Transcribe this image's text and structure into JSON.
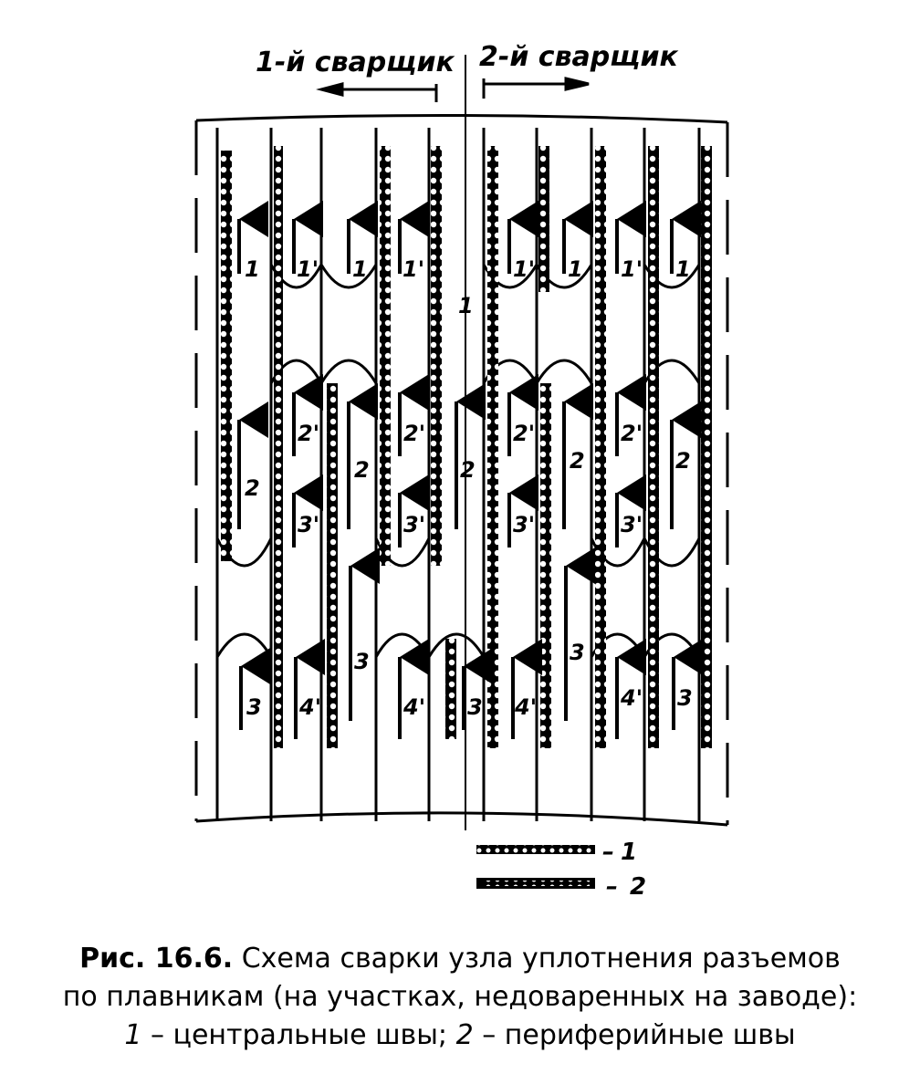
{
  "header": {
    "welder_left": "1-й сварщик",
    "welder_right": "2-й сварщик"
  },
  "legend": [
    {
      "label": "1"
    },
    {
      "label": "2"
    }
  ],
  "seam_labels": {
    "row1": [
      "1",
      "1'",
      "1",
      "1'",
      "1",
      "1'",
      "1",
      "1'",
      "1"
    ],
    "row2": [
      "2",
      "2'",
      "2",
      "2'",
      "2",
      "2'",
      "2",
      "2'",
      "2"
    ],
    "row3a": [
      "3'",
      "3'",
      "3'",
      "3'"
    ],
    "row3b": [
      "3",
      "4'",
      "3",
      "4'",
      "3",
      "4'",
      "3",
      "4'",
      "3"
    ]
  },
  "caption": {
    "fig_label": "Рис. 16.6.",
    "line1": "Схема сварки узла уплотнения разъемов",
    "line2": "по плавникам (на участках, недоваренных на заводе):",
    "line3_num1": "1",
    "line3_text1": "– центральные швы;",
    "line3_num2": "2",
    "line3_text2": "– периферийные швы"
  },
  "colors": {
    "ink": "#000000",
    "paper": "#ffffff"
  }
}
